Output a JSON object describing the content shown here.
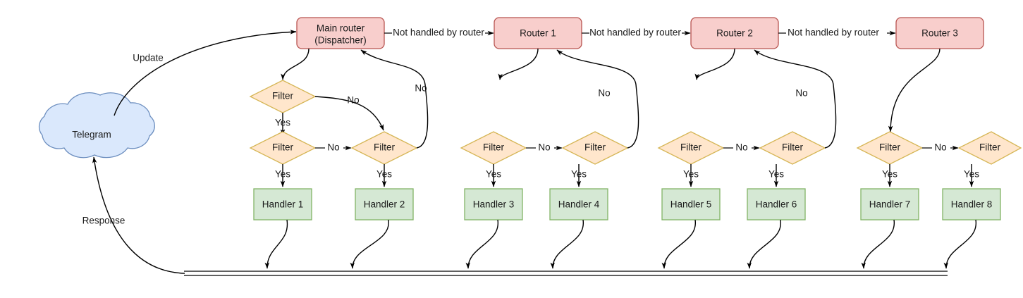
{
  "diagram": {
    "title": "Telegram bot update routing flow",
    "colors": {
      "router_fill": "#f8cecc",
      "router_stroke": "#b85450",
      "filter_fill": "#ffe6cc",
      "filter_stroke": "#d6b656",
      "handler_fill": "#d5e8d4",
      "handler_stroke": "#82b366",
      "cloud_fill": "#dae8fc",
      "cloud_stroke": "#6c8ebf",
      "edge_stroke": "#000000",
      "background": "#ffffff"
    },
    "source": {
      "label": "Telegram"
    },
    "routers": [
      {
        "id": "dispatcher",
        "line1": "Main router",
        "line2": "(Dispatcher)"
      },
      {
        "id": "router1",
        "line1": "Router 1",
        "line2": ""
      },
      {
        "id": "router2",
        "line1": "Router 2",
        "line2": ""
      },
      {
        "id": "router3",
        "line1": "Router 3",
        "line2": ""
      }
    ],
    "filters": [
      {
        "id": "f1",
        "label": "Filter"
      },
      {
        "id": "f2",
        "label": "Filter"
      },
      {
        "id": "f3",
        "label": "Filter"
      },
      {
        "id": "f4",
        "label": "Filter"
      },
      {
        "id": "f5",
        "label": "Filter"
      },
      {
        "id": "f6",
        "label": "Filter"
      },
      {
        "id": "f7",
        "label": "Filter"
      },
      {
        "id": "f8",
        "label": "Filter"
      },
      {
        "id": "f9",
        "label": "Filter"
      },
      {
        "id": "f10",
        "label": "Filter"
      }
    ],
    "handlers": [
      {
        "id": "h1",
        "label": "Handler 1"
      },
      {
        "id": "h2",
        "label": "Handler 2"
      },
      {
        "id": "h3",
        "label": "Handler 3"
      },
      {
        "id": "h4",
        "label": "Handler 4"
      },
      {
        "id": "h5",
        "label": "Handler 5"
      },
      {
        "id": "h6",
        "label": "Handler 6"
      },
      {
        "id": "h7",
        "label": "Handler 7"
      },
      {
        "id": "h8",
        "label": "Handler 8"
      }
    ],
    "edge_labels": {
      "update": "Update",
      "response": "Response",
      "not_handled": "Not handled by router",
      "yes": "Yes",
      "no": "No"
    },
    "not_handled_labels": [
      "Not handled by router",
      "Not handled by router",
      "Not handled by router"
    ],
    "yes_labels": [
      "Yes",
      "Yes",
      "Yes",
      "Yes",
      "Yes",
      "Yes",
      "Yes",
      "Yes"
    ],
    "no_labels_inline": [
      "No",
      "No",
      "No",
      "No"
    ],
    "no_labels_curve_down": [
      "No"
    ],
    "no_labels_return": [
      "No",
      "No",
      "No"
    ]
  }
}
